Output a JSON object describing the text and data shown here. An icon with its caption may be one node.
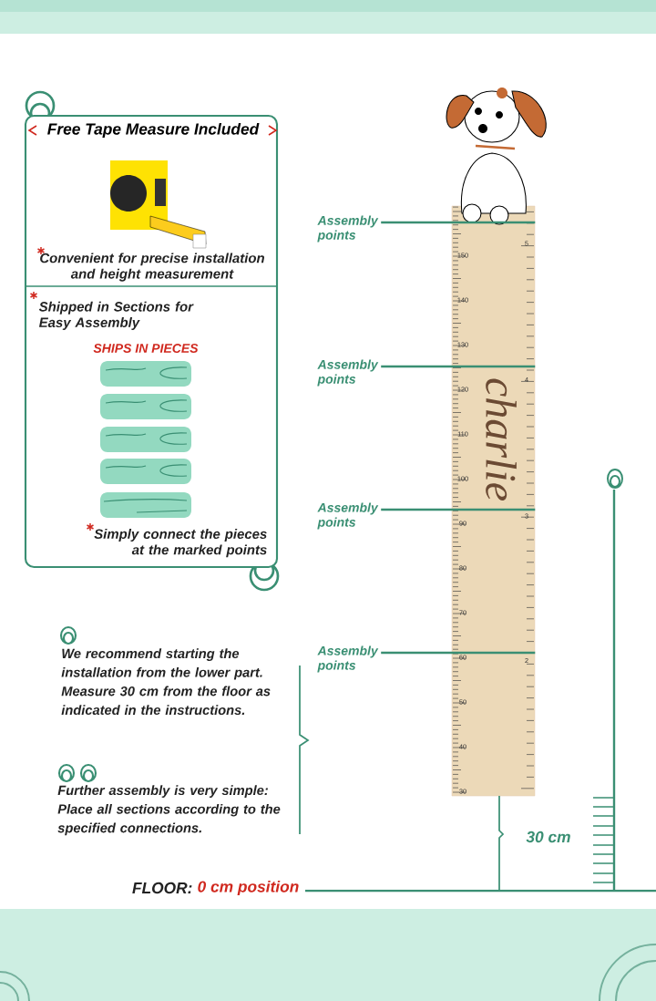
{
  "diagram": {
    "nodes": [
      {
        "text": [
          "Free Tape Measure Included",
          "Convenient for precise installation and height measurement",
          "Shipped in Sections for Easy Assembly",
          "SHIPS IN PIECES",
          "Simply connect the pieces at the marked points"
        ]
      },
      {
        "text": [
          "charlie"
        ]
      },
      {
        "text": [
          "Assembly points"
        ]
      },
      {
        "text": [
          "Assembly points"
        ]
      },
      {
        "text": [
          "Assembly points"
        ]
      },
      {
        "text": [
          "Assembly points"
        ]
      }
    ],
    "edges": [
      {
        "from": 2,
        "to": 1,
        "arrow": "none"
      },
      {
        "from": 3,
        "to": 1,
        "arrow": "none"
      },
      {
        "from": 4,
        "to": 1,
        "arrow": "none"
      },
      {
        "from": 5,
        "to": 1,
        "arrow": "none"
      }
    ],
    "labels": [
      "150",
      "140",
      "130",
      "120",
      "110",
      "100",
      "90",
      "80",
      "70",
      "60",
      "50",
      "40",
      "30",
      "5",
      "4",
      "3",
      "2",
      "We recommend starting the installation from the lower part. Measure 30 cm from the floor as indicated in the instructions.",
      "Further assembly is very simple: Place all sections according to the specified connections.",
      "30 cm",
      "FLOOR:",
      "0 cm position"
    ]
  }
}
